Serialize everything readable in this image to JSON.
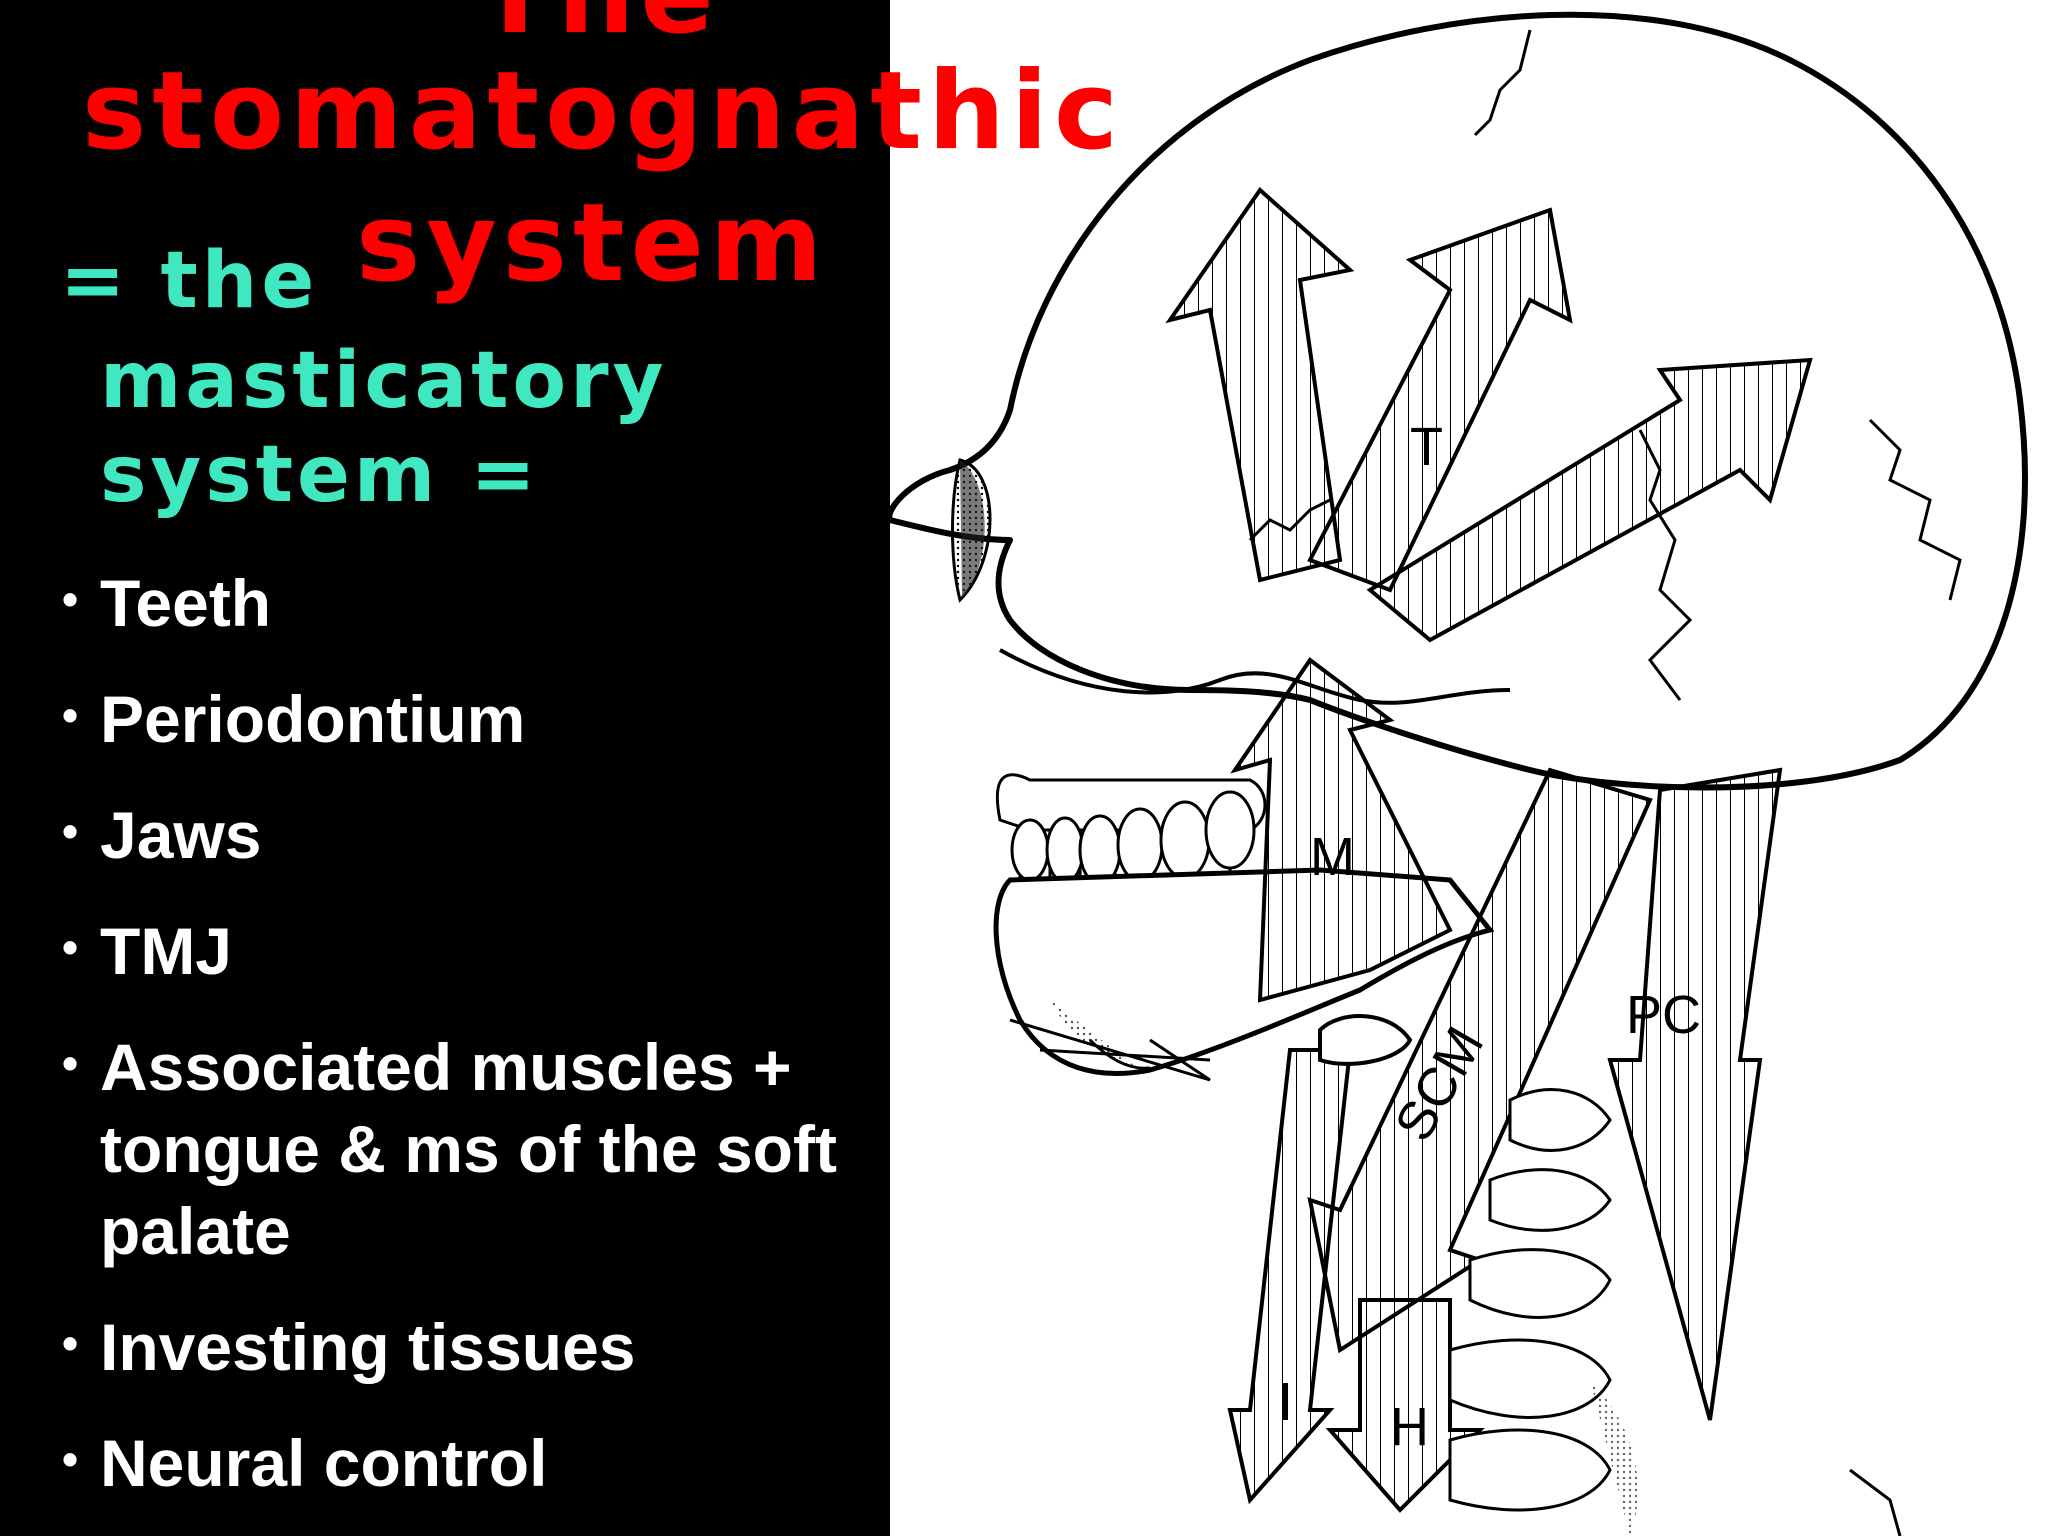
{
  "slide": {
    "title": {
      "line1": "The",
      "line2": "stomatognathic",
      "line3": "system",
      "color": "#ff0000"
    },
    "subtitle": {
      "line1": "= the",
      "line2": "masticatory",
      "line3": "system =",
      "color": "#3fe8c0"
    },
    "bullet_symbol": "•",
    "bullets": [
      "Teeth",
      "Periodontium",
      "Jaws",
      "TMJ",
      "Associated muscles + tongue & ms of the soft palate",
      "Investing tissues",
      "Neural control"
    ],
    "figure": {
      "labels": {
        "temporalis": "T",
        "masseter": "M",
        "sternocleidomastoid": "SCM",
        "posterior_cervical": "PC",
        "infrahyoid": "I",
        "hyoid": "H"
      }
    }
  }
}
